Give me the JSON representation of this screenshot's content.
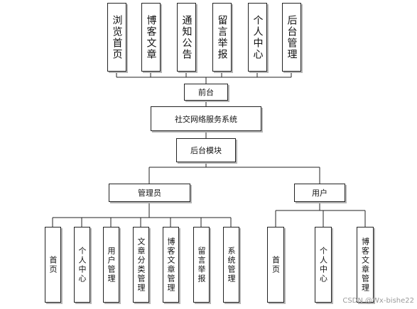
{
  "top_modules": [
    "浏览首页",
    "博客文章",
    "通知公告",
    "留言举报",
    "个人中心",
    "后台管理"
  ],
  "front_label": "前台",
  "system_label": "社交网络服务系统",
  "backend_label": "后台模块",
  "admin_label": "管理员",
  "user_label": "用户",
  "admin_modules": [
    "首页",
    "个人中心",
    "用户管理",
    "文章分类管理",
    "博客文章管理",
    "留言举报",
    "系统管理"
  ],
  "user_modules": [
    "首页",
    "个人中心",
    "博客文章管理"
  ],
  "watermark": "CSDN @Wx-bishe22"
}
